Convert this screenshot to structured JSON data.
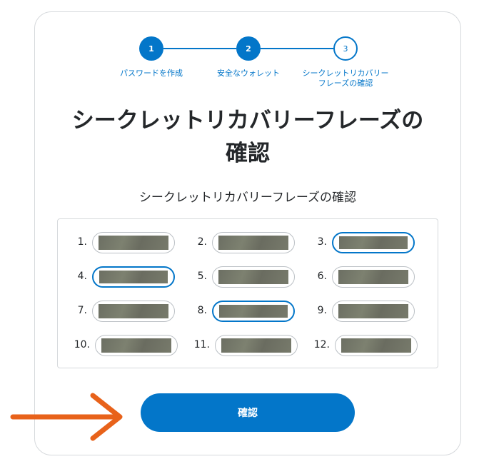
{
  "stepper": {
    "steps": [
      {
        "number": "1",
        "label": "パスワードを作成",
        "state": "complete"
      },
      {
        "number": "2",
        "label": "安全なウォレット",
        "state": "complete"
      },
      {
        "number": "3",
        "label_line1": "シークレットリカバリー",
        "label_line2": "フレーズの確認",
        "state": "current"
      }
    ]
  },
  "heading": {
    "line1": "シークレットリカバリーフレーズの",
    "line2": "確認"
  },
  "subheading": "シークレットリカバリーフレーズの確認",
  "word_grid": {
    "numbers": [
      "1.",
      "2.",
      "3.",
      "4.",
      "5.",
      "6.",
      "7.",
      "8.",
      "9.",
      "10.",
      "11.",
      "12."
    ],
    "focused_fields": [
      3,
      4,
      8
    ]
  },
  "confirm_button": {
    "label": "確認"
  },
  "colors": {
    "accent": "#0376c9",
    "annotation_arrow": "#e8621a"
  },
  "icons": {
    "annotation": "arrow-right-icon"
  }
}
